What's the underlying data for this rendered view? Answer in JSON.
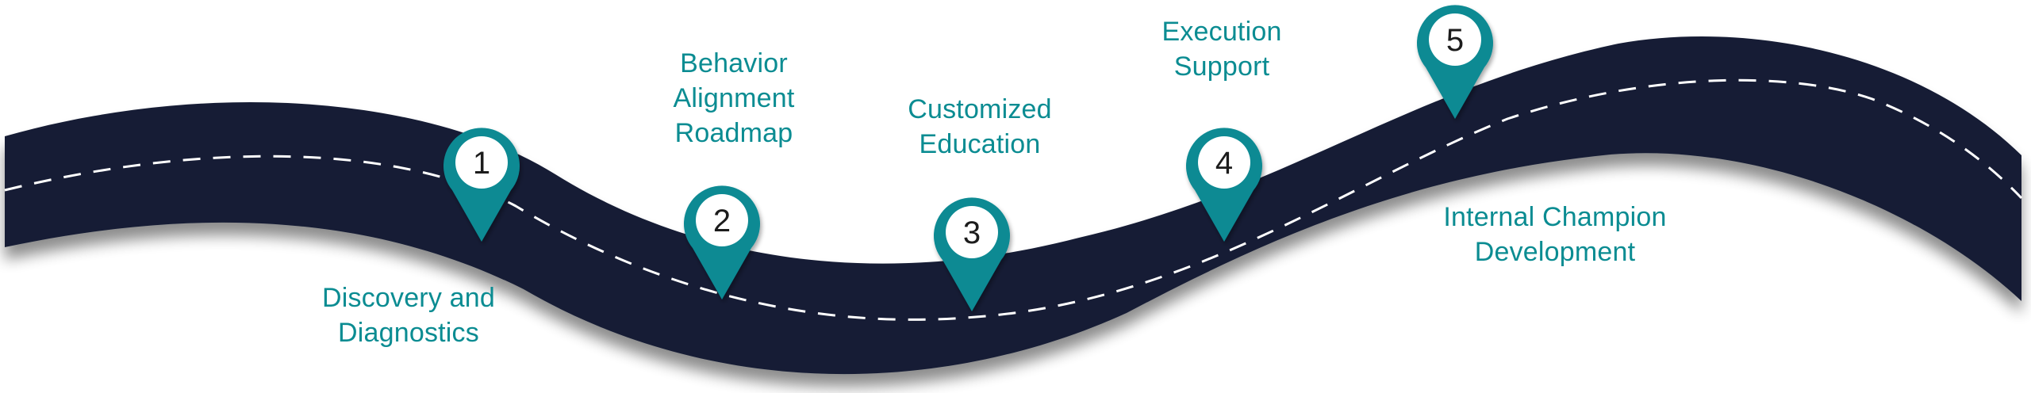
{
  "colors": {
    "road": "#161f35",
    "road_shadow": "#b8bcc4",
    "dash": "#ffffff",
    "pin": "#088a93",
    "pin_inner": "#ffffff",
    "label": "#0b8c92"
  },
  "steps": [
    {
      "number": "1",
      "label_lines": [
        "Discovery and",
        "Diagnostics"
      ]
    },
    {
      "number": "2",
      "label_lines": [
        "Behavior",
        "Alignment",
        "Roadmap"
      ]
    },
    {
      "number": "3",
      "label_lines": [
        "Customized",
        "Education"
      ]
    },
    {
      "number": "4",
      "label_lines": [
        "Execution",
        "Support"
      ]
    },
    {
      "number": "5",
      "label_lines": [
        "Internal Champion",
        "Development"
      ]
    }
  ]
}
